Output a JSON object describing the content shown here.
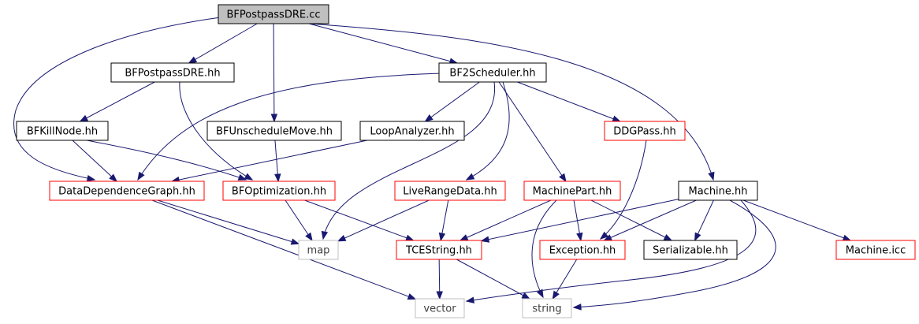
{
  "style": {
    "edge_color": "#191970",
    "root_fill": "#bfbfbf",
    "border_black": "#000000",
    "border_red": "#ff0000",
    "border_gray": "#bfbfbf",
    "text_dark": "#000000",
    "text_gray": "#3f3f3f"
  },
  "nodes": [
    {
      "id": "bfpostpass_cc",
      "label": "BFPostpassDRE.cc",
      "kind": "root"
    },
    {
      "id": "bfpostpass_hh",
      "label": "BFPostpassDRE.hh",
      "kind": "black"
    },
    {
      "id": "bf2scheduler",
      "label": "BF2Scheduler.hh",
      "kind": "black"
    },
    {
      "id": "bfkillnode",
      "label": "BFKillNode.hh",
      "kind": "black"
    },
    {
      "id": "bfunschedule",
      "label": "BFUnscheduleMove.hh",
      "kind": "black"
    },
    {
      "id": "loopanalyzer",
      "label": "LoopAnalyzer.hh",
      "kind": "black"
    },
    {
      "id": "ddgpass",
      "label": "DDGPass.hh",
      "kind": "red"
    },
    {
      "id": "ddg",
      "label": "DataDependenceGraph.hh",
      "kind": "red"
    },
    {
      "id": "bfoptimization",
      "label": "BFOptimization.hh",
      "kind": "red"
    },
    {
      "id": "liverange",
      "label": "LiveRangeData.hh",
      "kind": "red"
    },
    {
      "id": "machinepart",
      "label": "MachinePart.hh",
      "kind": "red"
    },
    {
      "id": "machine",
      "label": "Machine.hh",
      "kind": "black"
    },
    {
      "id": "map",
      "label": "map",
      "kind": "gray"
    },
    {
      "id": "tcestring",
      "label": "TCEString.hh",
      "kind": "red"
    },
    {
      "id": "exception",
      "label": "Exception.hh",
      "kind": "red"
    },
    {
      "id": "serializable",
      "label": "Serializable.hh",
      "kind": "black"
    },
    {
      "id": "machineicc",
      "label": "Machine.icc",
      "kind": "red"
    },
    {
      "id": "vector",
      "label": "vector",
      "kind": "gray"
    },
    {
      "id": "string",
      "label": "string",
      "kind": "gray"
    }
  ],
  "edges": [
    {
      "from": "bfpostpass_cc",
      "to": "bfpostpass_hh"
    },
    {
      "from": "bfpostpass_cc",
      "to": "bfunschedule"
    },
    {
      "from": "bfpostpass_cc",
      "to": "bf2scheduler"
    },
    {
      "from": "bfpostpass_cc",
      "to": "ddg"
    },
    {
      "from": "bfpostpass_cc",
      "to": "machine"
    },
    {
      "from": "bfpostpass_hh",
      "to": "bfkillnode"
    },
    {
      "from": "bfpostpass_hh",
      "to": "bfoptimization"
    },
    {
      "from": "bf2scheduler",
      "to": "loopanalyzer"
    },
    {
      "from": "bf2scheduler",
      "to": "ddgpass"
    },
    {
      "from": "bf2scheduler",
      "to": "ddg"
    },
    {
      "from": "bf2scheduler",
      "to": "liverange"
    },
    {
      "from": "bf2scheduler",
      "to": "machinepart"
    },
    {
      "from": "bf2scheduler",
      "to": "map"
    },
    {
      "from": "bfkillnode",
      "to": "ddg"
    },
    {
      "from": "bfkillnode",
      "to": "bfoptimization"
    },
    {
      "from": "bfunschedule",
      "to": "bfoptimization"
    },
    {
      "from": "loopanalyzer",
      "to": "ddg"
    },
    {
      "from": "ddgpass",
      "to": "exception"
    },
    {
      "from": "ddg",
      "to": "map"
    },
    {
      "from": "ddg",
      "to": "vector"
    },
    {
      "from": "bfoptimization",
      "to": "map"
    },
    {
      "from": "bfoptimization",
      "to": "tcestring"
    },
    {
      "from": "liverange",
      "to": "map"
    },
    {
      "from": "liverange",
      "to": "tcestring"
    },
    {
      "from": "machinepart",
      "to": "tcestring"
    },
    {
      "from": "machinepart",
      "to": "exception"
    },
    {
      "from": "machinepart",
      "to": "serializable"
    },
    {
      "from": "machinepart",
      "to": "string"
    },
    {
      "from": "machine",
      "to": "tcestring"
    },
    {
      "from": "machine",
      "to": "exception"
    },
    {
      "from": "machine",
      "to": "serializable"
    },
    {
      "from": "machine",
      "to": "machineicc"
    },
    {
      "from": "machine",
      "to": "vector"
    },
    {
      "from": "machine",
      "to": "string"
    },
    {
      "from": "tcestring",
      "to": "vector"
    },
    {
      "from": "tcestring",
      "to": "string"
    },
    {
      "from": "exception",
      "to": "string"
    }
  ]
}
